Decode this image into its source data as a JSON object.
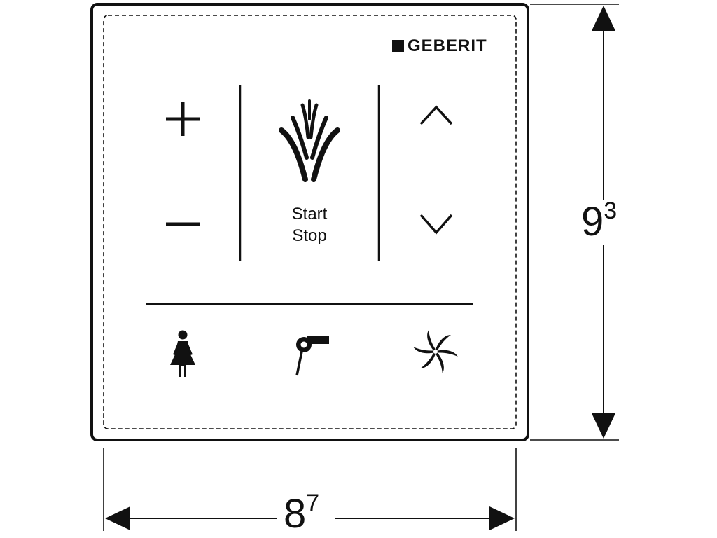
{
  "brand": {
    "name": "GEBERIT"
  },
  "panel": {
    "start_label": "Start",
    "stop_label": "Stop",
    "icons": {
      "plus": "plus-icon",
      "minus": "minus-icon",
      "spray": "water-spray-icon",
      "up": "chevron-up-icon",
      "down": "chevron-down-icon",
      "lady": "lady-shower-icon",
      "dryer": "dryer-icon",
      "fan": "odour-extraction-fan-icon"
    }
  },
  "dimensions": {
    "height": {
      "main": "9",
      "sup": "3"
    },
    "width": {
      "main": "8",
      "sup": "7"
    }
  },
  "colors": {
    "line": "#111111",
    "background": "#ffffff"
  }
}
